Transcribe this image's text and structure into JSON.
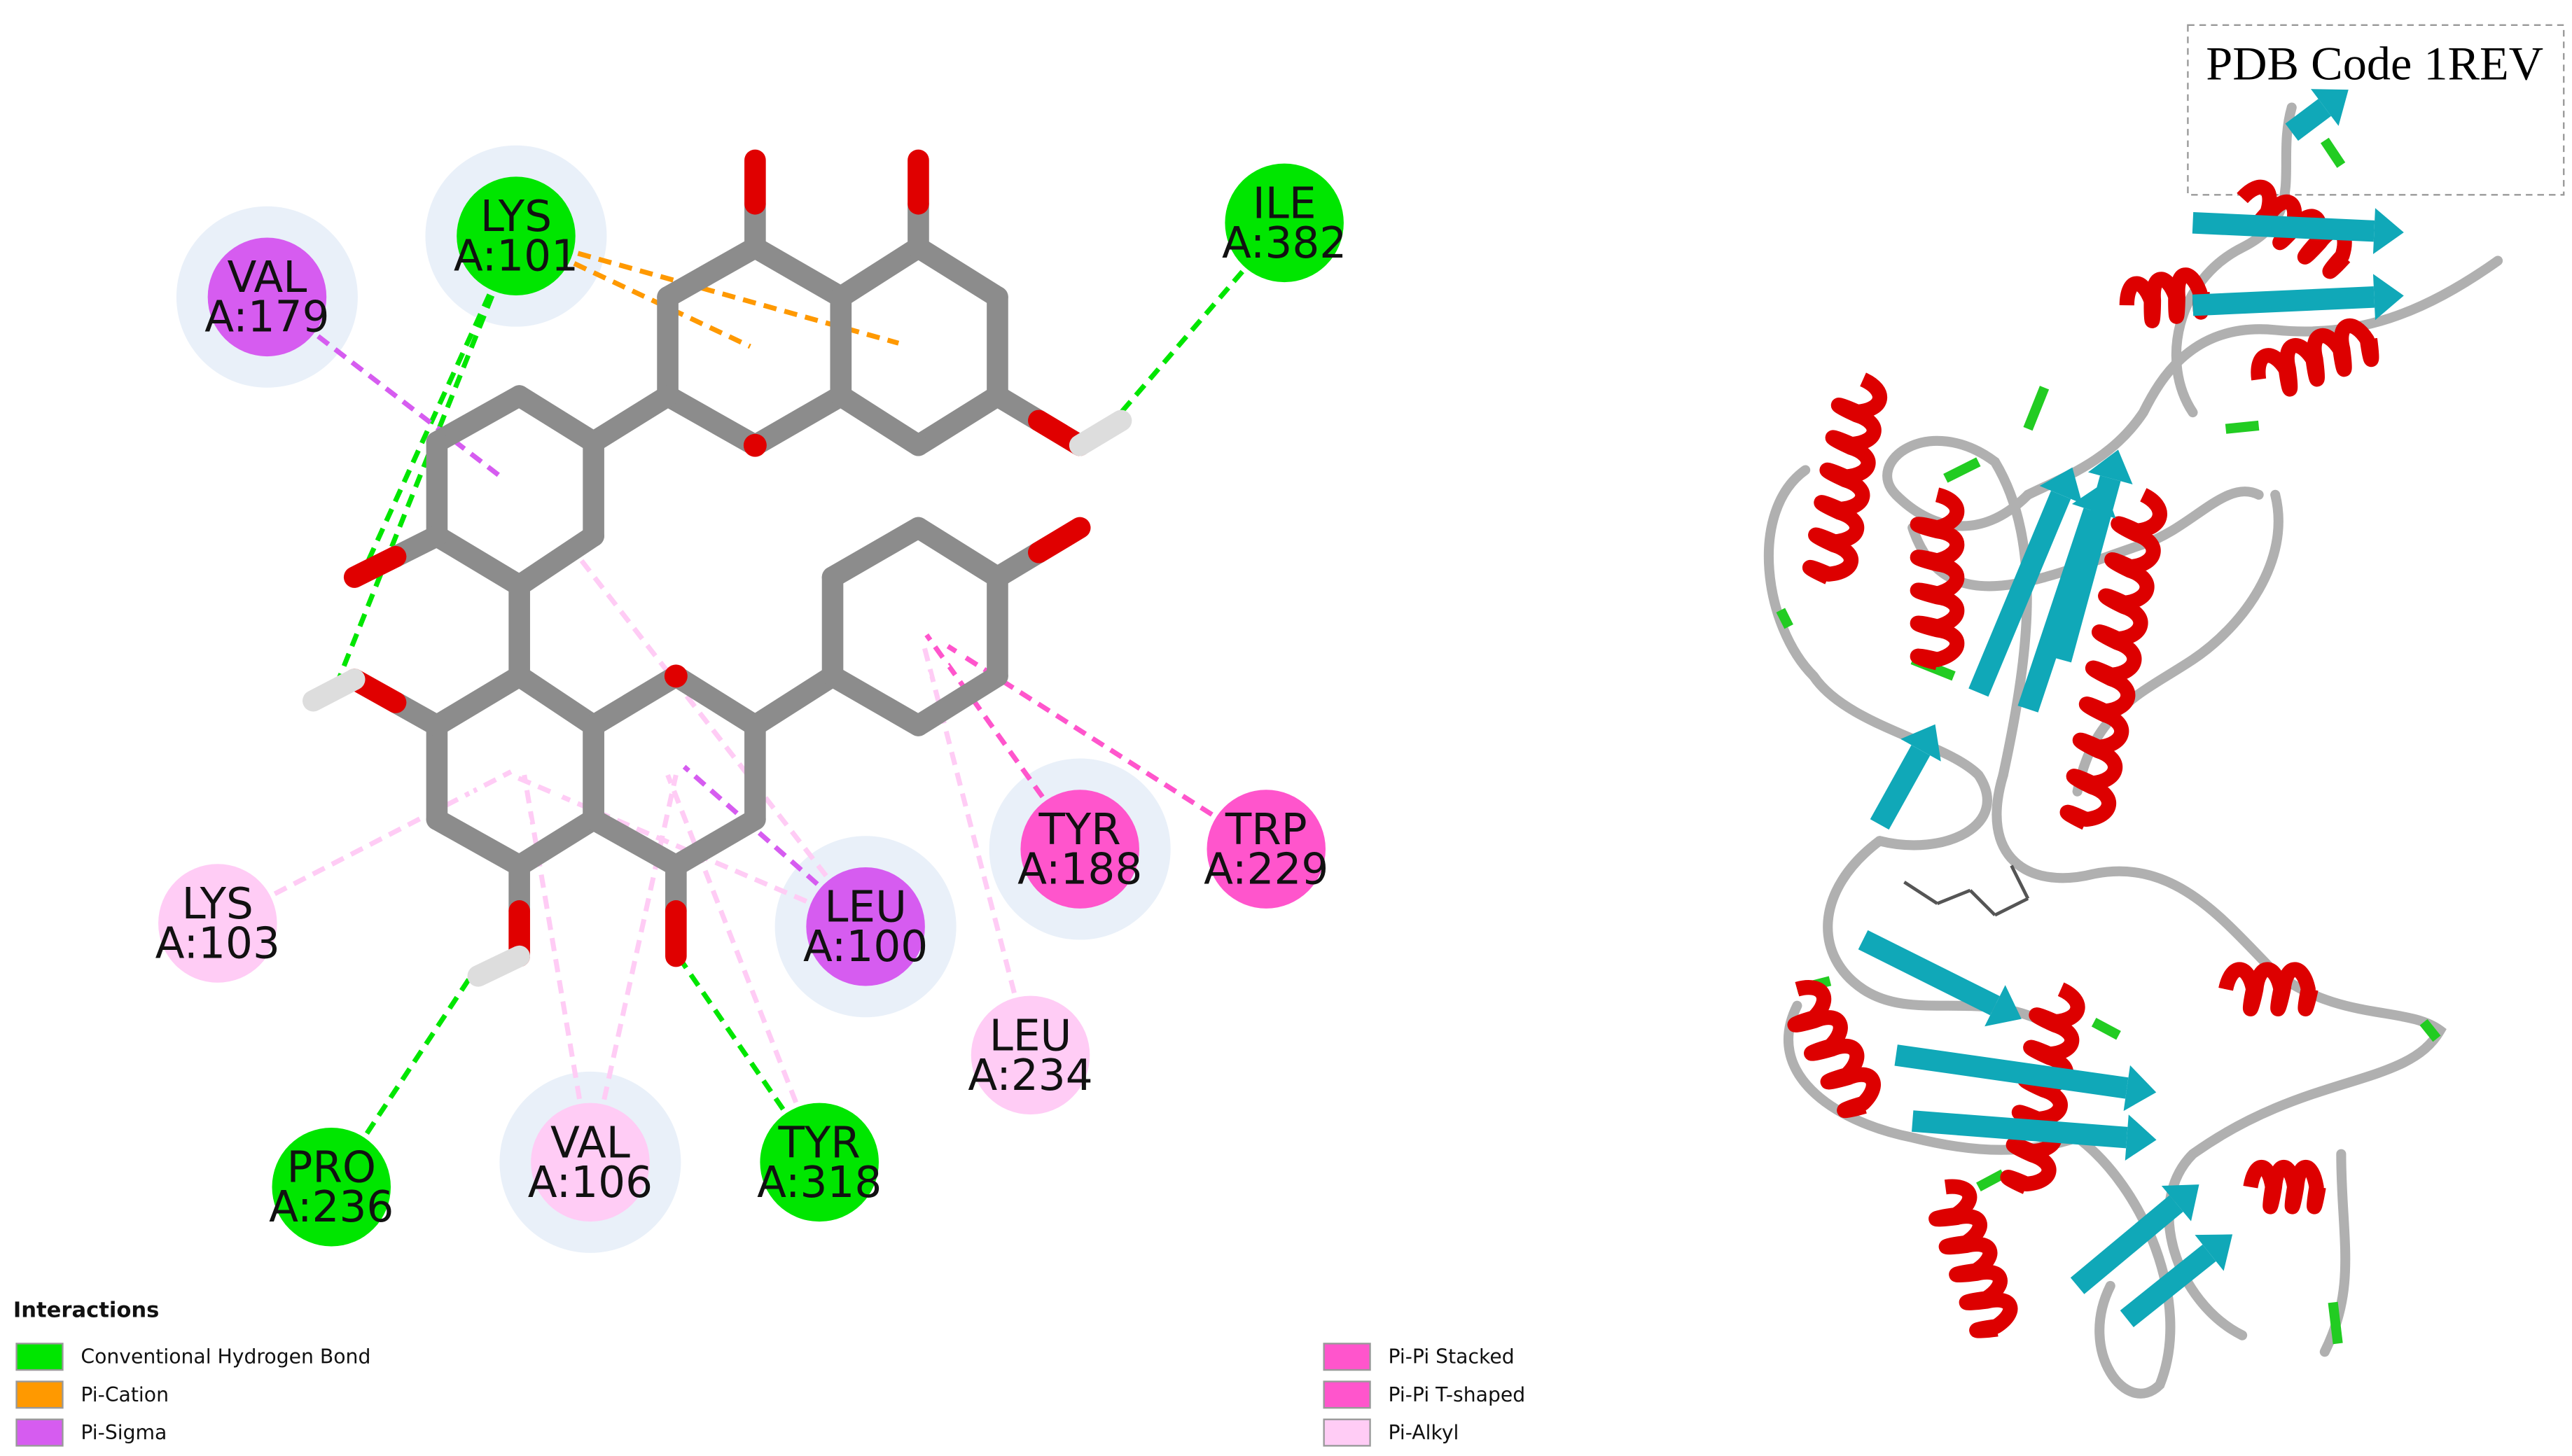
{
  "structure_label": "PDB Code 1REV",
  "legend": {
    "title": "Interactions",
    "items": [
      {
        "label": "Conventional Hydrogen Bond",
        "color": "#00e600"
      },
      {
        "label": "Pi-Cation",
        "color": "#ff9900"
      },
      {
        "label": "Pi-Sigma",
        "color": "#d65cf0"
      },
      {
        "label": "Pi-Pi Stacked",
        "color": "#ff55cc"
      },
      {
        "label": "Pi-Pi T-shaped",
        "color": "#ff55cc"
      },
      {
        "label": "Pi-Alkyl",
        "color": "#ffccf5"
      }
    ]
  },
  "residues": [
    {
      "name": "VAL",
      "id": "A:179",
      "interaction": "Pi-Sigma"
    },
    {
      "name": "LYS",
      "id": "A:101",
      "interaction": "Conventional Hydrogen Bond; Pi-Cation"
    },
    {
      "name": "ILE",
      "id": "A:382",
      "interaction": "Conventional Hydrogen Bond"
    },
    {
      "name": "LYS",
      "id": "A:103",
      "interaction": "Pi-Alkyl"
    },
    {
      "name": "LEU",
      "id": "A:100",
      "interaction": "Pi-Sigma"
    },
    {
      "name": "TYR",
      "id": "A:188",
      "interaction": "Pi-Pi Stacked"
    },
    {
      "name": "TRP",
      "id": "A:229",
      "interaction": "Pi-Pi T-shaped"
    },
    {
      "name": "LEU",
      "id": "A:234",
      "interaction": "Pi-Alkyl"
    },
    {
      "name": "PRO",
      "id": "A:236",
      "interaction": "Conventional Hydrogen Bond"
    },
    {
      "name": "VAL",
      "id": "A:106",
      "interaction": "Pi-Alkyl"
    },
    {
      "name": "TYR",
      "id": "A:318",
      "interaction": "Conventional Hydrogen Bond"
    }
  ],
  "colors": {
    "hbond": "#00e600",
    "pi_cation": "#ff9900",
    "pi_sigma": "#d65cf0",
    "pi_pi": "#ff55cc",
    "pi_alkyl": "#ffccf5",
    "carbon": "#8c8c8c",
    "oxygen": "#e00000",
    "hydrogen": "#ffffff",
    "helix": "#dd0000",
    "strand": "#10a8b8",
    "coil": "#b0b0b0",
    "turn": "#22cc22"
  }
}
